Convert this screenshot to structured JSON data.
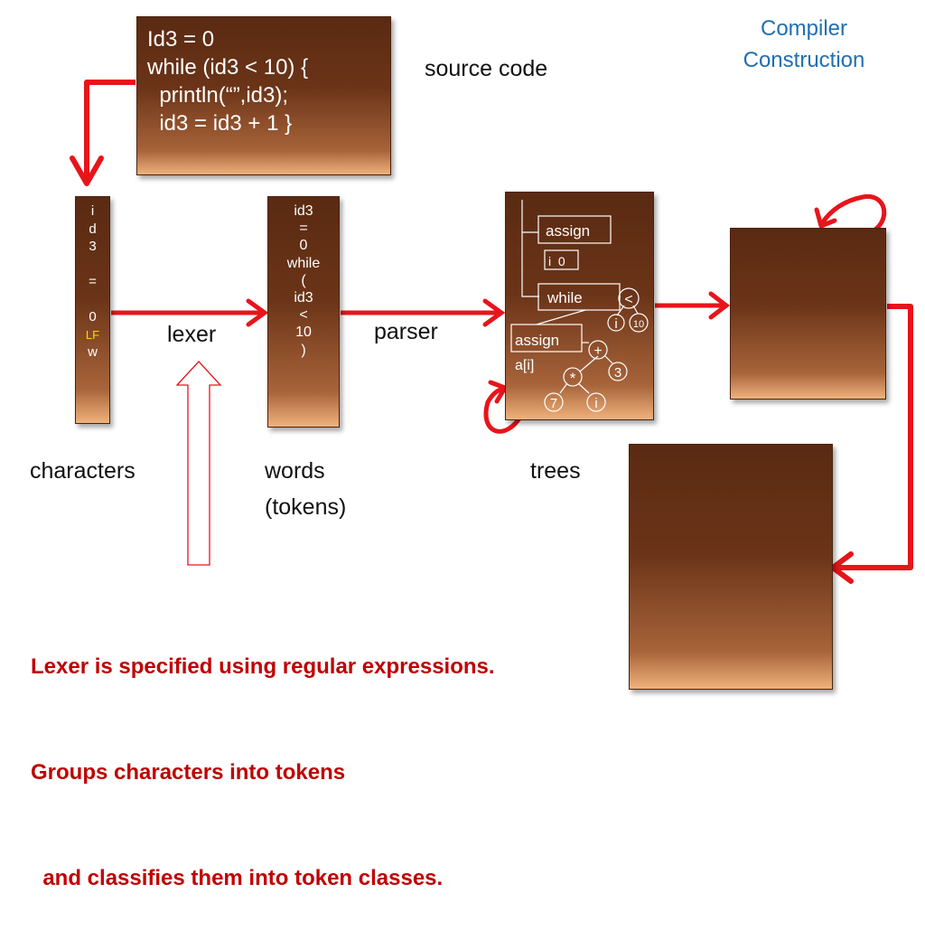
{
  "source_code": {
    "lines": [
      "Id3 = 0",
      "while (id3 < 10) {",
      "  println(“”,id3);",
      "  id3 = id3 + 1 }"
    ]
  },
  "labels": {
    "source_code": "source code",
    "lexer": "lexer",
    "parser": "parser",
    "characters": "characters",
    "words_line1": "words",
    "words_line2": "(tokens)",
    "trees": "trees"
  },
  "title": {
    "line1": "Compiler",
    "line2": "Construction"
  },
  "characters_column": [
    "i",
    "d",
    "3",
    "",
    "=",
    "",
    "0",
    "LF",
    "w"
  ],
  "tokens_column": [
    "id3",
    "=",
    "0",
    "while",
    "(",
    "id3",
    "<",
    "10",
    ")"
  ],
  "tree": {
    "assign_top": "assign",
    "i_zero": "i  0",
    "while": "while",
    "lt": "<",
    "i": "i",
    "ten": "10",
    "assign_bottom": "assign",
    "a_i": "a[i]",
    "plus": "+",
    "three": "3",
    "star": "*",
    "seven": "7",
    "i2": "i"
  },
  "note": {
    "line1": "Lexer is specified using regular expressions.",
    "line2": "Groups characters into tokens",
    "line3": "  and classifies them into token classes."
  },
  "colors": {
    "arrow": "#e8141b",
    "note": "#c00000",
    "title": "#1f6fb4",
    "lf": "#ffd700"
  }
}
